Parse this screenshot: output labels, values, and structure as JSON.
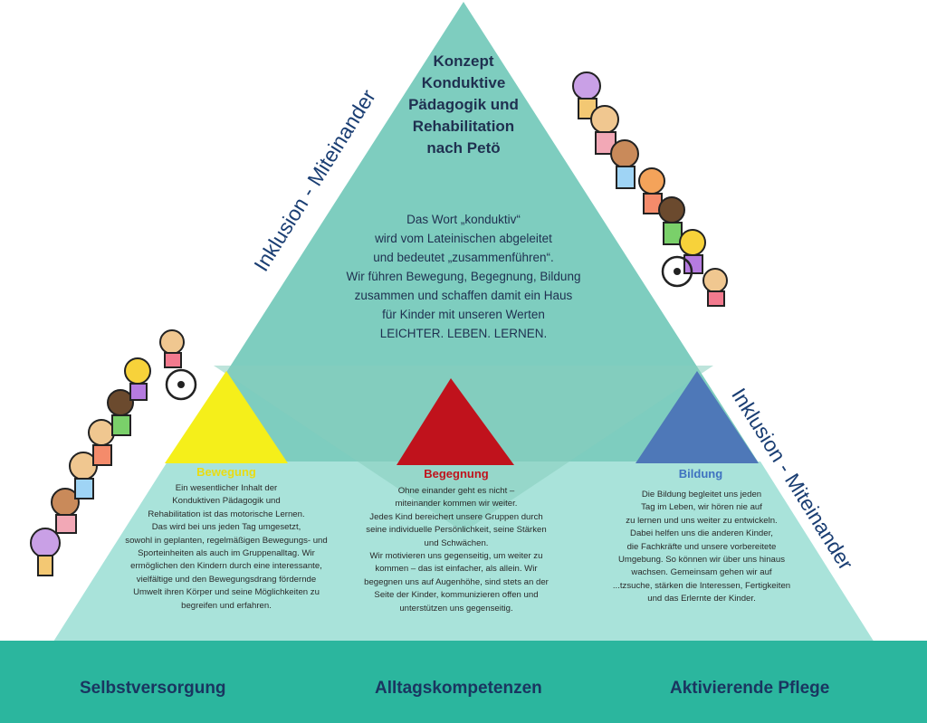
{
  "colors": {
    "outer_teal": "#7ecdbf",
    "inner_teal_light": "#a9e3da",
    "center_teal": "#86cdbd",
    "base_teal": "#2bb69e",
    "yellow": "#f5ef1a",
    "red": "#c0121c",
    "blue": "#4e78b8",
    "title_navy": "#1f3050",
    "label_navy": "#1a3560"
  },
  "center": {
    "title_lines": [
      "Konzept",
      "Konduktive",
      "Pädagogik und",
      "Rehabilitation",
      "nach Petö"
    ],
    "text_lines": [
      "Das Wort „konduktiv“",
      "wird vom Lateinischen abgeleitet",
      "und bedeutet „zusammenführen“.",
      "Wir führen Bewegung, Begegnung, Bildung",
      "zusammen und schaffen damit ein Haus",
      "für Kinder mit unseren Werten",
      "LEICHTER. LEBEN. LERNEN."
    ]
  },
  "sections": {
    "bewegung": {
      "title": "Bewegung",
      "lines": [
        "Ein wesentlicher Inhalt der",
        "Konduktiven Pädagogik und",
        "Rehabilitation ist das motorische Lernen.",
        "Das wird bei uns jeden Tag umgesetzt,",
        "sowohl in geplanten, regelmäßigen Bewegungs- und",
        "Sporteinheiten als auch im Gruppenalltag. Wir",
        "ermöglichen den Kindern durch eine interessante,",
        "vielfältige und den Bewegungsdrang fördernde",
        "Umwelt ihren Körper und seine Möglichkeiten zu",
        "begreifen und erfahren."
      ]
    },
    "begegnung": {
      "title": "Begegnung",
      "lines": [
        "Ohne einander geht es nicht –",
        "miteinander kommen wir weiter.",
        "Jedes Kind bereichert unsere Gruppen durch",
        "seine individuelle Persönlichkeit, seine Stärken",
        "und Schwächen.",
        "Wir motivieren uns gegenseitig, um weiter zu",
        "kommen – das ist einfacher, als allein. Wir",
        "begegnen uns auf Augenhöhe, sind stets an der",
        "Seite der Kinder, kommunizieren offen und",
        "unterstützen uns gegenseitig."
      ]
    },
    "bildung": {
      "title": "Bildung",
      "lines": [
        "Die Bildung begleitet uns jeden",
        "Tag im Leben, wir hören nie auf",
        "zu lernen und uns weiter zu entwickeln.",
        "Dabei helfen uns die anderen Kinder,",
        "die Fachkräfte und unsere vorbereitete",
        "Umgebung. So können wir über uns hinaus",
        "wachsen. Gemeinsam gehen wir auf",
        "...tzsuche, stärken die Interessen, Fertigkeiten",
        "und das Erlernte der Kinder."
      ]
    }
  },
  "base": {
    "left": "Selbstversorgung",
    "middle": "Alltagskompetenzen",
    "right": "Aktivierende Pflege"
  },
  "side_labels": {
    "left": "Inklusion - Miteinander",
    "right": "Inklusion - Miteinander"
  },
  "icons": [
    "children-chain-left-illustration",
    "children-chain-right-illustration"
  ]
}
